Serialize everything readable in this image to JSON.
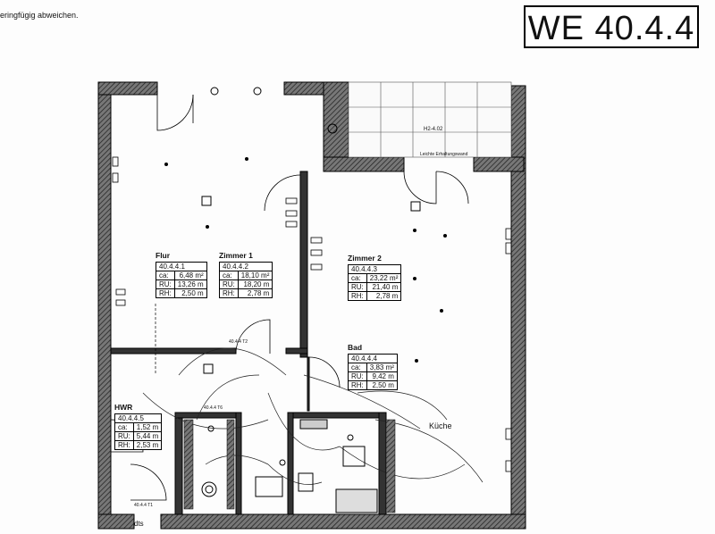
{
  "header": {
    "note": "eringfügig abweichen.",
    "unit_id": "WE 40.4.4"
  },
  "rooms": [
    {
      "key": "flur",
      "name": "Flur",
      "number": "40.4.4.1",
      "ca_label": "ca:",
      "ca": "6,48 m²",
      "ru_label": "RU:",
      "ru": "13,26 m",
      "rh_label": "RH:",
      "rh": "2,50 m"
    },
    {
      "key": "z1",
      "name": "Zimmer 1",
      "number": "40.4.4.2",
      "ca_label": "ca:",
      "ca": "18,10 m²",
      "ru_label": "RU:",
      "ru": "18,20 m",
      "rh_label": "RH:",
      "rh": "2,78 m"
    },
    {
      "key": "z2",
      "name": "Zimmer 2",
      "number": "40.4.4.3",
      "ca_label": "ca:",
      "ca": "23,22 m²",
      "ru_label": "RU:",
      "ru": "21,40 m",
      "rh_label": "RH:",
      "rh": "2,78 m"
    },
    {
      "key": "bad",
      "name": "Bad",
      "number": "40.4.4.4",
      "ca_label": "ca:",
      "ca": "3,83 m²",
      "ru_label": "RU:",
      "ru": "9,42 m",
      "rh_label": "RH:",
      "rh": "2,50 m"
    },
    {
      "key": "hwr",
      "name": "HWR",
      "number": "40.4.4.5",
      "ca_label": "ca:",
      "ca": "1,52 m",
      "ru_label": "RU:",
      "ru": "5,44 m",
      "rh_label": "RH:",
      "rh": "2,53 m"
    }
  ],
  "kitchen": {
    "name": "Küche"
  },
  "balcony": {
    "label": "H2-4.02",
    "sub": "Leichte Erhaltungswand"
  },
  "markers": {
    "door_t2": "40.4.4 T2",
    "door_t6": "40.4.4 T6",
    "door_t1": "40.4.4 T1",
    "dts": "dts"
  }
}
